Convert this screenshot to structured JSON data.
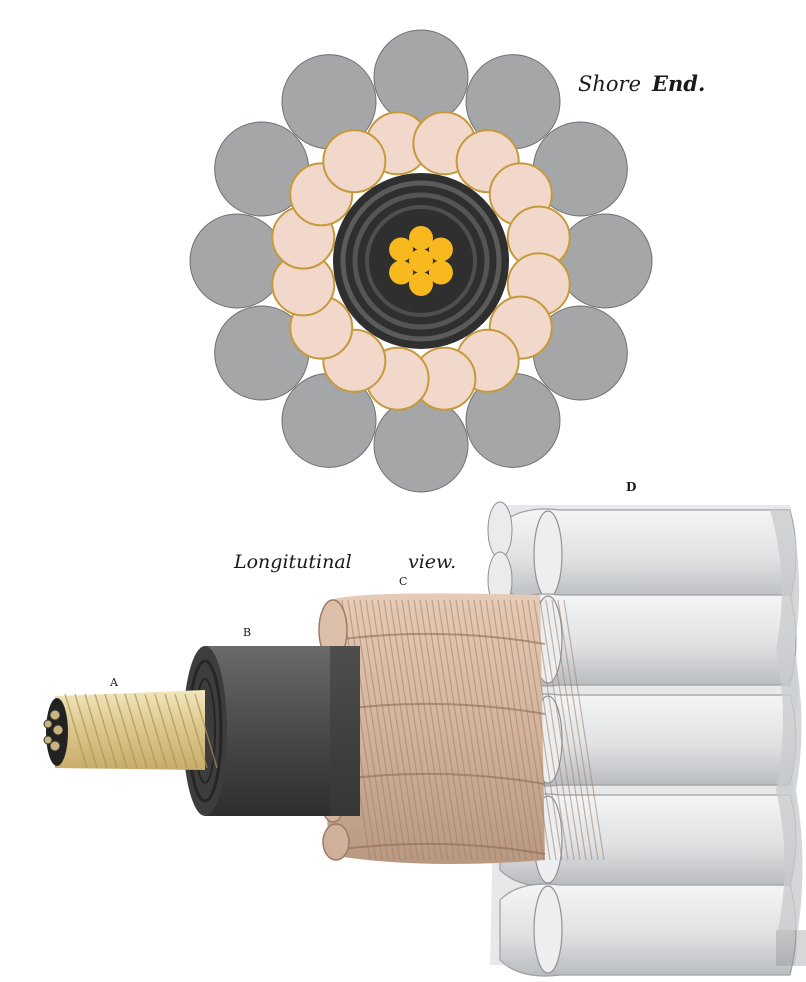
{
  "labels": {
    "shore_end": "Shore",
    "shore_end_2": "End.",
    "longitudinal": "Longitutinal",
    "view": "view.",
    "a": "A",
    "b": "B",
    "c": "C",
    "d": "D"
  },
  "colors": {
    "outer_wire": "#a4a6a8",
    "outer_wire_stroke": "#6f7173",
    "hemp_layer": "#f1d8cb",
    "hemp_stroke": "#c59a3c",
    "insulation_dark": "#3a3a3a",
    "insulation_ring": "#5a5a5a",
    "core_conductor": "#f7b91e",
    "copper_strand": "#e8d7a1",
    "gutta_percha": "#4b4b4b",
    "tarred_hemp": "#d7b9a3",
    "iron_sheath": "#dfe1e2"
  }
}
